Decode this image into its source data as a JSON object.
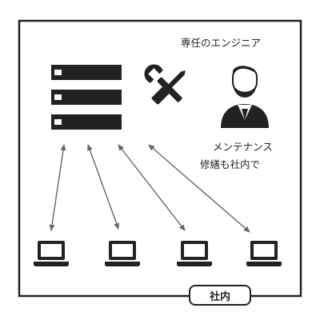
{
  "labels": {
    "engineer_title": "専任のエンジニア",
    "caption_line1": "メンテナンス",
    "caption_line2": "修繕も社内で",
    "frame_label": "社内"
  },
  "icons": {
    "server": "server-rack-icon",
    "tools": "wrench-screwdriver-icon",
    "engineer": "engineer-avatar-icon",
    "laptop": "laptop-icon"
  },
  "colors": {
    "ink": "#222222",
    "arrow": "#666666",
    "background": "#ffffff"
  }
}
